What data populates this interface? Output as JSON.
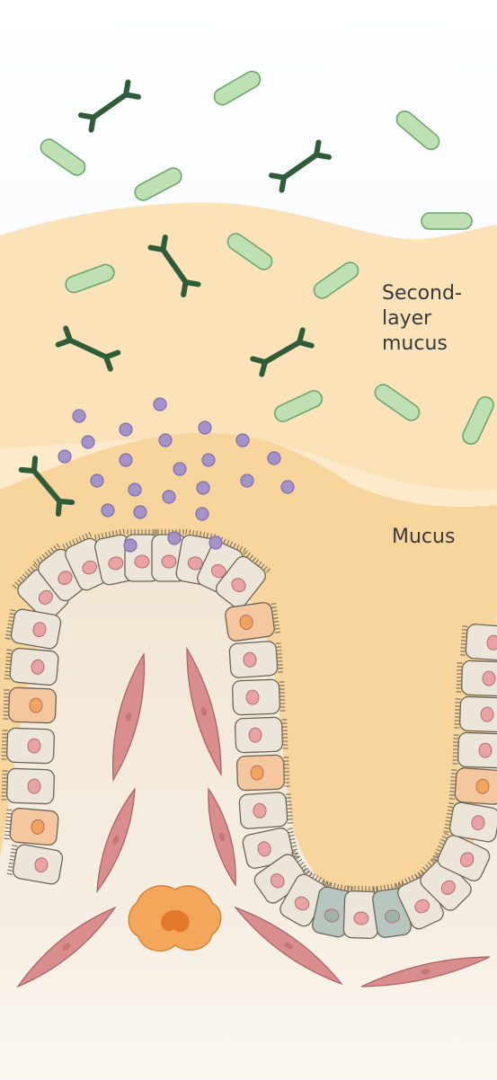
{
  "labels": {
    "second_layer_mucus": [
      "Second-",
      "layer",
      "mucus"
    ],
    "mucus": "Mucus"
  },
  "colors": {
    "lumen": "#e9f2f7",
    "second_layer_mucus": "#fbe2b6",
    "mucus": "#f8d49a",
    "tissue": "#f2e7d6",
    "bacteria_fill": "#bfe0b4",
    "bacteria_stroke": "#6aa86a",
    "antibody": "#2f5d3a",
    "antimicrobial_dots": "#a592c9",
    "epithelial_cell": "#ece6da",
    "goblet_cell": "#f5c79e",
    "enteroendocrine_cell": "#b7c7bf",
    "cell_nucleus": "#e9a3a4",
    "fibroblast": "#d98d8c",
    "macrophage": "#f4a65a"
  },
  "icons": [
    "bacterium-icon",
    "antibody-icon",
    "antimicrobial-peptide-icon",
    "epithelial-cell-icon",
    "fibroblast-icon",
    "macrophage-icon"
  ]
}
